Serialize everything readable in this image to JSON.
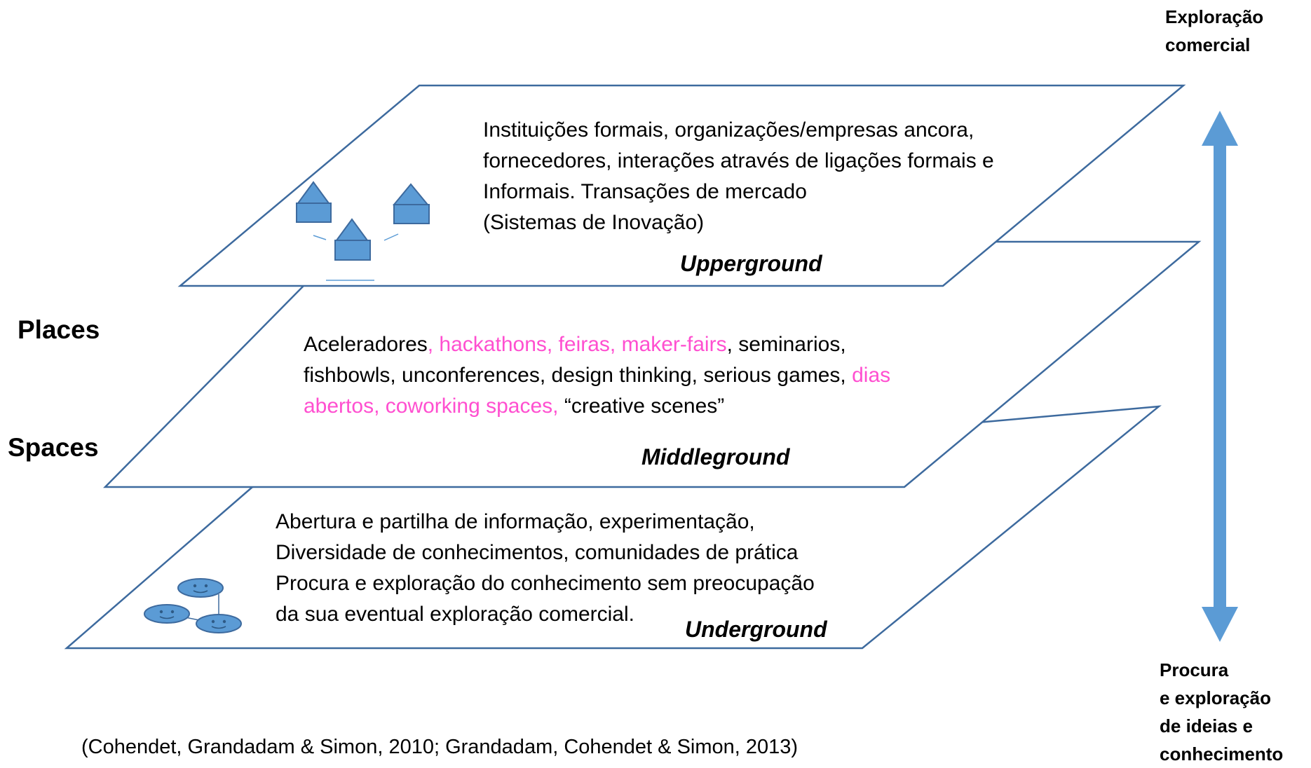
{
  "layers": {
    "upperground": {
      "name": "Upperground",
      "text_lines": [
        "Instituições formais, organizações/empresas ancora,",
        "fornecedores, interações através de ligações formais e",
        "Informais. Transações de mercado",
        "(Sistemas de Inovação)"
      ]
    },
    "middleground": {
      "name": "Middleground",
      "line1": {
        "a": "Aceleradores",
        "b": ", hackathons, feiras, maker-fairs",
        "c": ", seminarios,"
      },
      "line2": {
        "a": "fishbowls, unconferences, design thinking, serious games, ",
        "b": "dias"
      },
      "line3": {
        "a": "abertos, coworking spaces,",
        "b": " “creative scenes”"
      }
    },
    "underground": {
      "name": "Underground",
      "text_lines": [
        "Abertura e partilha de informação, experimentação,",
        "Diversidade de conhecimentos, comunidades de prática",
        "Procura e exploração do conhecimento sem preocupação",
        "da sua eventual exploração comercial."
      ]
    }
  },
  "side_labels": {
    "places": "Places",
    "spaces": "Spaces"
  },
  "axis": {
    "top_label": [
      "Exploração",
      "comercial"
    ],
    "bottom_label": [
      "Procura",
      "e exploração",
      "de ideias e",
      "conhecimento"
    ]
  },
  "citation": "(Cohendet, Grandadam & Simon, 2010; Grandadam, Cohendet & Simon, 2013)",
  "colors": {
    "outline": "#3d6a9e",
    "icon_fill": "#5b9bd5",
    "icon_stroke": "#3d6a9e",
    "arrow": "#5b9bd5",
    "highlight": "#ff4fd0"
  }
}
